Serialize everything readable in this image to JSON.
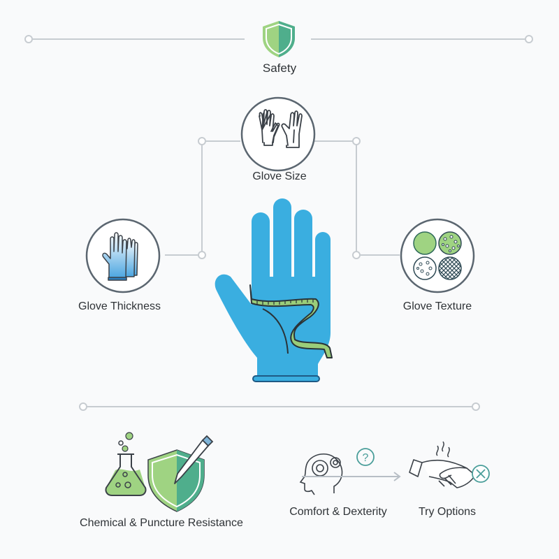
{
  "title": {
    "label": "Safety",
    "icon": "shield-icon"
  },
  "nodes": {
    "glove_size": {
      "label": "Glove Size",
      "icon": "two-gloves-icon"
    },
    "glove_thickness": {
      "label": "Glove Thickness",
      "icon": "layered-gloves-icon"
    },
    "glove_texture": {
      "label": "Glove Texture",
      "icon": "texture-swatches-icon"
    },
    "center": {
      "icon": "measured-glove-icon"
    }
  },
  "bottom": {
    "chemical": {
      "label": "Chemical & Puncture Resistance",
      "icons": [
        "flask-icon",
        "shield-icon",
        "pen-needle-icon"
      ]
    },
    "comfort": {
      "label": "Comfort & Dexterity",
      "icons": [
        "head-gears-icon",
        "question-icon"
      ]
    },
    "try": {
      "label": "Try Options",
      "icons": [
        "handshake-icon",
        "close-circle-icon"
      ]
    }
  },
  "colors": {
    "background": "#f9fafb",
    "connector": "#c7ccd1",
    "circle_outline": "#5b6670",
    "glove_blue": "#3aaee0",
    "tape_green": "#9acd7a",
    "shield_light": "#9fd382",
    "shield_dark": "#4fae8c",
    "teal": "#4a9e9a"
  }
}
